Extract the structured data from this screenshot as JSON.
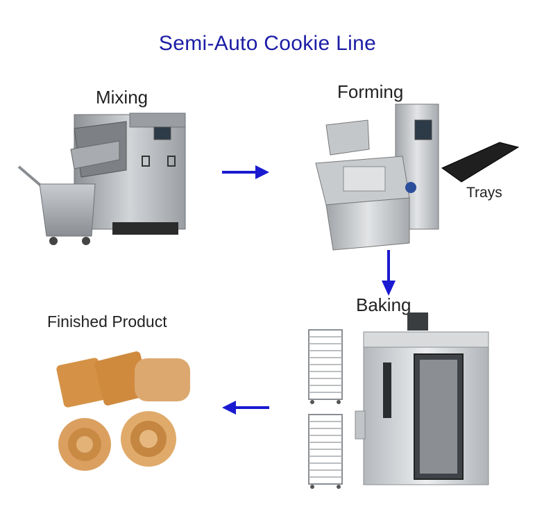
{
  "title": "Semi-Auto Cookie Line",
  "stages": {
    "mixing": "Mixing",
    "forming": "Forming",
    "trays": "Trays",
    "baking": "Baking",
    "finished": "Finished Product"
  },
  "colors": {
    "title": "#1c1ca6",
    "arrow": "#1a1ad0",
    "steel": "#b9bcc0",
    "cookie": "#d99a55"
  }
}
